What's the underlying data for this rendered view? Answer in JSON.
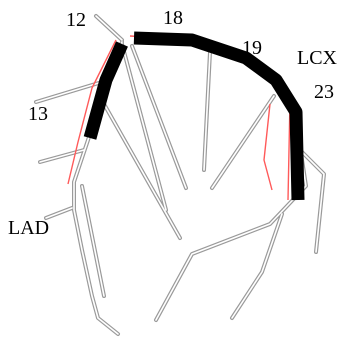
{
  "labels": {
    "s12": "12",
    "s18": "18",
    "s19": "19",
    "lcx": "LCX",
    "s23": "23",
    "s13": "13",
    "lad": "LAD"
  },
  "colors": {
    "vessel_outline": "#9a9a9a",
    "vessel_fill": "#ffffff",
    "contour": "#ff5a5a",
    "highlight": "#000000",
    "text": "#000000"
  }
}
